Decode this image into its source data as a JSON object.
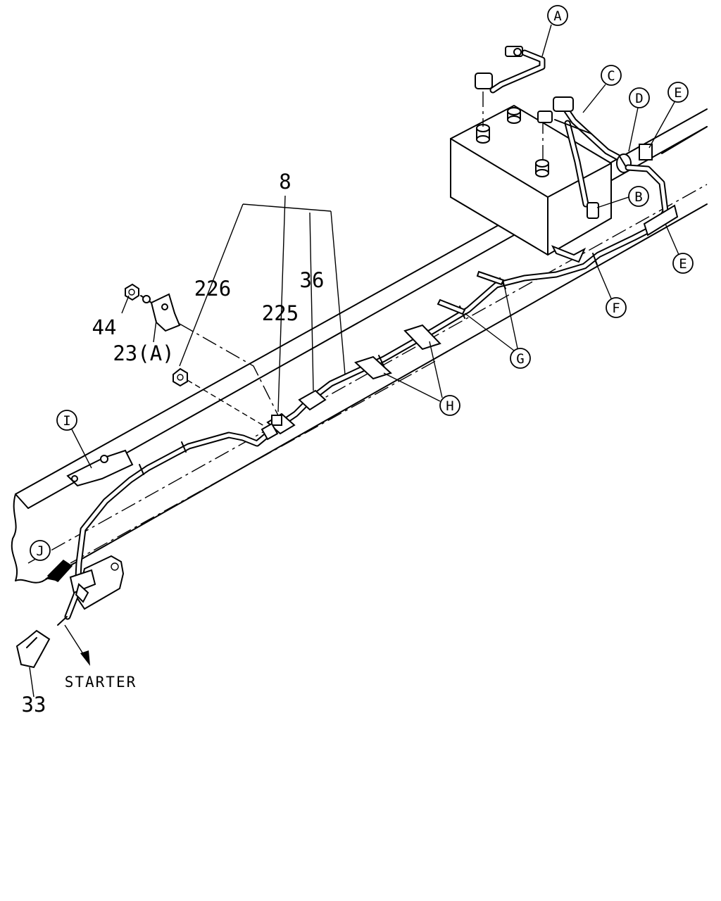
{
  "colors": {
    "line": "#000000",
    "background": "#ffffff"
  },
  "labels": {
    "n8": "8",
    "n226": "226",
    "n36": "36",
    "n225": "225",
    "n44": "44",
    "n23a": "23(A)",
    "n33": "33",
    "starter": "STARTER"
  },
  "callouts": {
    "A": "A",
    "B": "B",
    "C": "C",
    "D": "D",
    "E1": "E",
    "E2": "E",
    "F": "F",
    "G": "G",
    "H": "H",
    "I": "I",
    "J": "J"
  }
}
